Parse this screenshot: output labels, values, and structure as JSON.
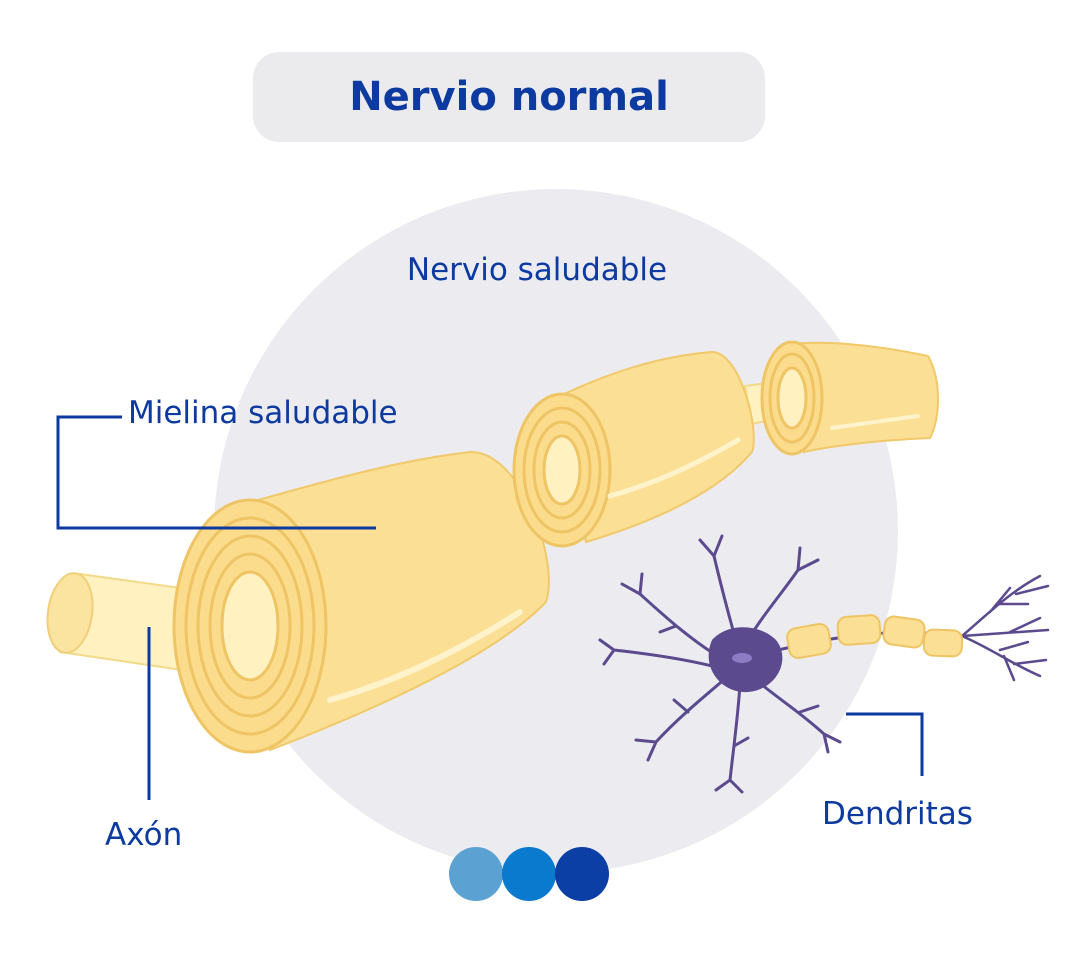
{
  "title": "Nervio normal",
  "labels": {
    "healthy_nerve": "Nervio saludable",
    "healthy_myelin": "Mielina saludable",
    "axon": "Axón",
    "dendrites": "Dendritas"
  },
  "colors": {
    "title_text": "#0c3aa0",
    "title_box": "#ebebee",
    "circle_bg": "#ececf0",
    "myelin": "#fbdf95",
    "myelin_dark": "#f1c86a",
    "axon": "#fff1c0",
    "neuron": "#5b4a8e",
    "label": "#0c3aa0",
    "dots": [
      "#5ba2d2",
      "#0a7ace",
      "#0b3fa6"
    ]
  }
}
